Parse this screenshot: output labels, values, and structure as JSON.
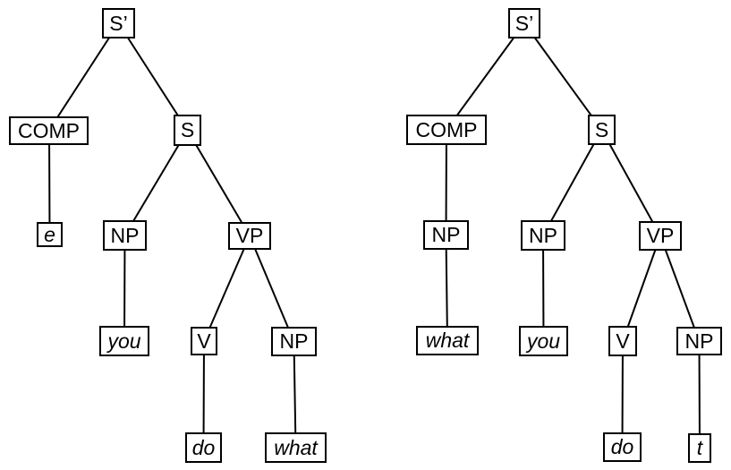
{
  "diagram": {
    "kind": "syntax-trees",
    "tree_count": 2
  },
  "trees": {
    "left": {
      "sbar": "S’",
      "comp": "COMP",
      "s": "S",
      "e": "e",
      "np_subject": "NP",
      "vp": "VP",
      "you": "you",
      "v": "V",
      "np_object": "NP",
      "do": "do",
      "what": "what"
    },
    "right": {
      "sbar": "S’",
      "comp": "COMP",
      "s": "S",
      "np_comp": "NP",
      "what": "what",
      "np_subject": "NP",
      "you": "you",
      "vp": "VP",
      "v": "V",
      "np_object": "NP",
      "do": "do",
      "t": "t"
    }
  },
  "colors": {
    "background": "#ffffff",
    "box_fill": "#ffffff",
    "box_border": "#000000",
    "line": "#000000",
    "text": "#000000"
  }
}
